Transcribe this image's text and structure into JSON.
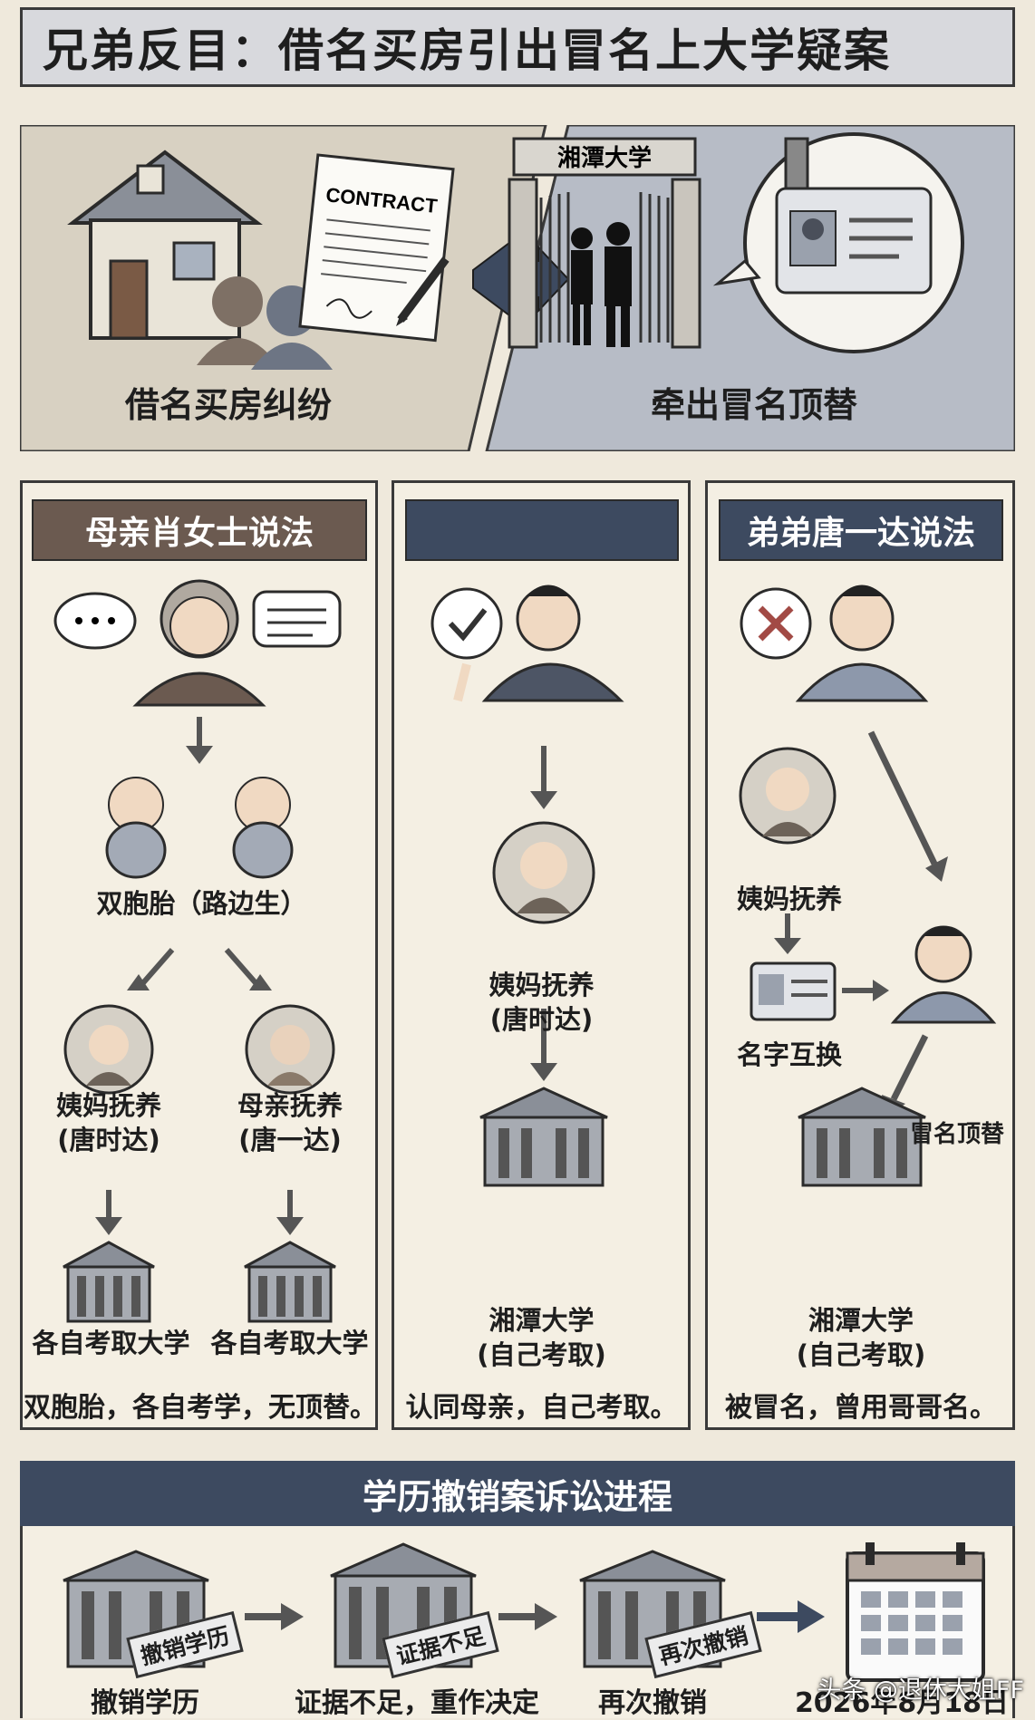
{
  "title": "兄弟反目：借名买房引出冒名上大学疑案",
  "banner": {
    "left_caption": "借名买房纠纷",
    "right_caption": "牵出冒名顶替",
    "contract_text": "CONTRACT",
    "gate_sign": "湘潭大学"
  },
  "panels": {
    "mother": {
      "header": "母亲肖女士说法",
      "twins_label": "双胞胎（路边生）",
      "aunt_line1": "姨妈抚养",
      "aunt_line2": "(唐时达)",
      "mom_line1": "母亲抚养",
      "mom_line2": "(唐一达)",
      "uni_left": "各自考取大学",
      "uni_right": "各自考取大学",
      "summary": "双胞胎，各自考学，无顶替。"
    },
    "middle": {
      "header": "",
      "aunt_line1": "姨妈抚养",
      "aunt_line2": "(唐时达)",
      "uni_line1": "湘潭大学",
      "uni_line2": "(自己考取)",
      "summary": "认同母亲，自己考取。"
    },
    "brother": {
      "header": "弟弟唐一达说法",
      "aunt_label": "姨妈抚养",
      "swap_label": "名字互换",
      "impostor_label": "冒名顶替",
      "uni_line1": "湘潭大学",
      "uni_line2": "(自己考取)",
      "summary": "被冒名，曾用哥哥名。"
    }
  },
  "process": {
    "header": "学历撤销案诉讼进程",
    "steps": [
      {
        "stamp": "撤销学历",
        "label": "撤销学历"
      },
      {
        "stamp": "证据不足",
        "label": "证据不足，重作决定"
      },
      {
        "stamp": "再次撤销",
        "label": "再次撤销"
      },
      {
        "stamp": "",
        "label": "2026年8月18日"
      }
    ]
  },
  "watermark": "头条 @退休大姐FF",
  "colors": {
    "background": "#efe9dc",
    "mother_header": "#6b5a50",
    "middle_header": "#3d4a60",
    "brother_header": "#3d4a60",
    "process_header": "#3d4a60",
    "banner_left": "#d8d1c2",
    "banner_right": "#b7bcc6"
  }
}
